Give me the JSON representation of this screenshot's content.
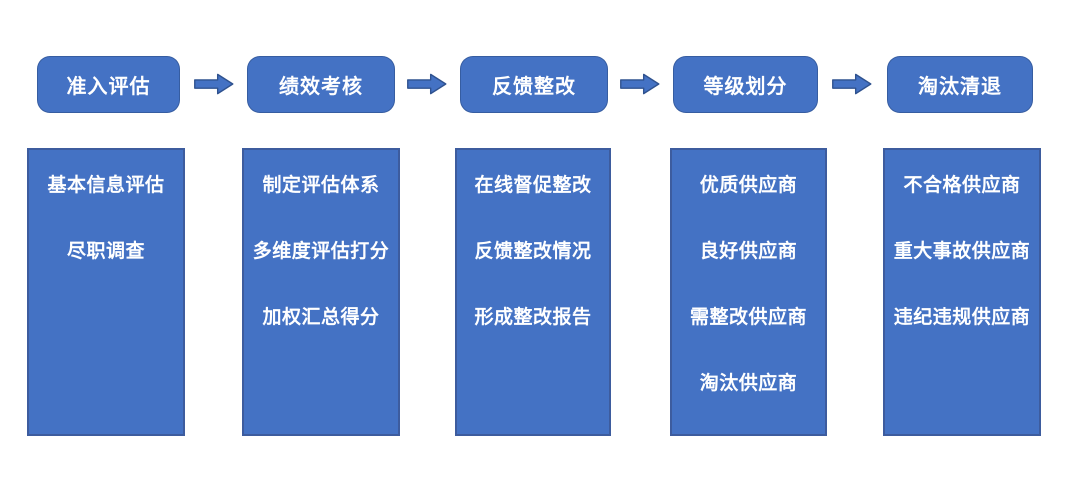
{
  "diagram": {
    "type": "process-flow",
    "colors": {
      "shape_fill": "#4472C4",
      "shape_border": "#2F528F",
      "text": "#FFFFFF",
      "background": "#FFFFFF"
    },
    "arrow_icon": "right-block-arrow",
    "stages": [
      {
        "label": "准入评估",
        "items": [
          "基本信息评估",
          "尽职调查"
        ]
      },
      {
        "label": "绩效考核",
        "items": [
          "制定评估体系",
          "多维度评估打分",
          "加权汇总得分"
        ]
      },
      {
        "label": "反馈整改",
        "items": [
          "在线督促整改",
          "反馈整改情况",
          "形成整改报告"
        ]
      },
      {
        "label": "等级划分",
        "items": [
          "优质供应商",
          "良好供应商",
          "需整改供应商",
          "淘汰供应商"
        ]
      },
      {
        "label": "淘汰清退",
        "items": [
          "不合格供应商",
          "重大事故供应商",
          "违纪违规供应商"
        ]
      }
    ]
  }
}
